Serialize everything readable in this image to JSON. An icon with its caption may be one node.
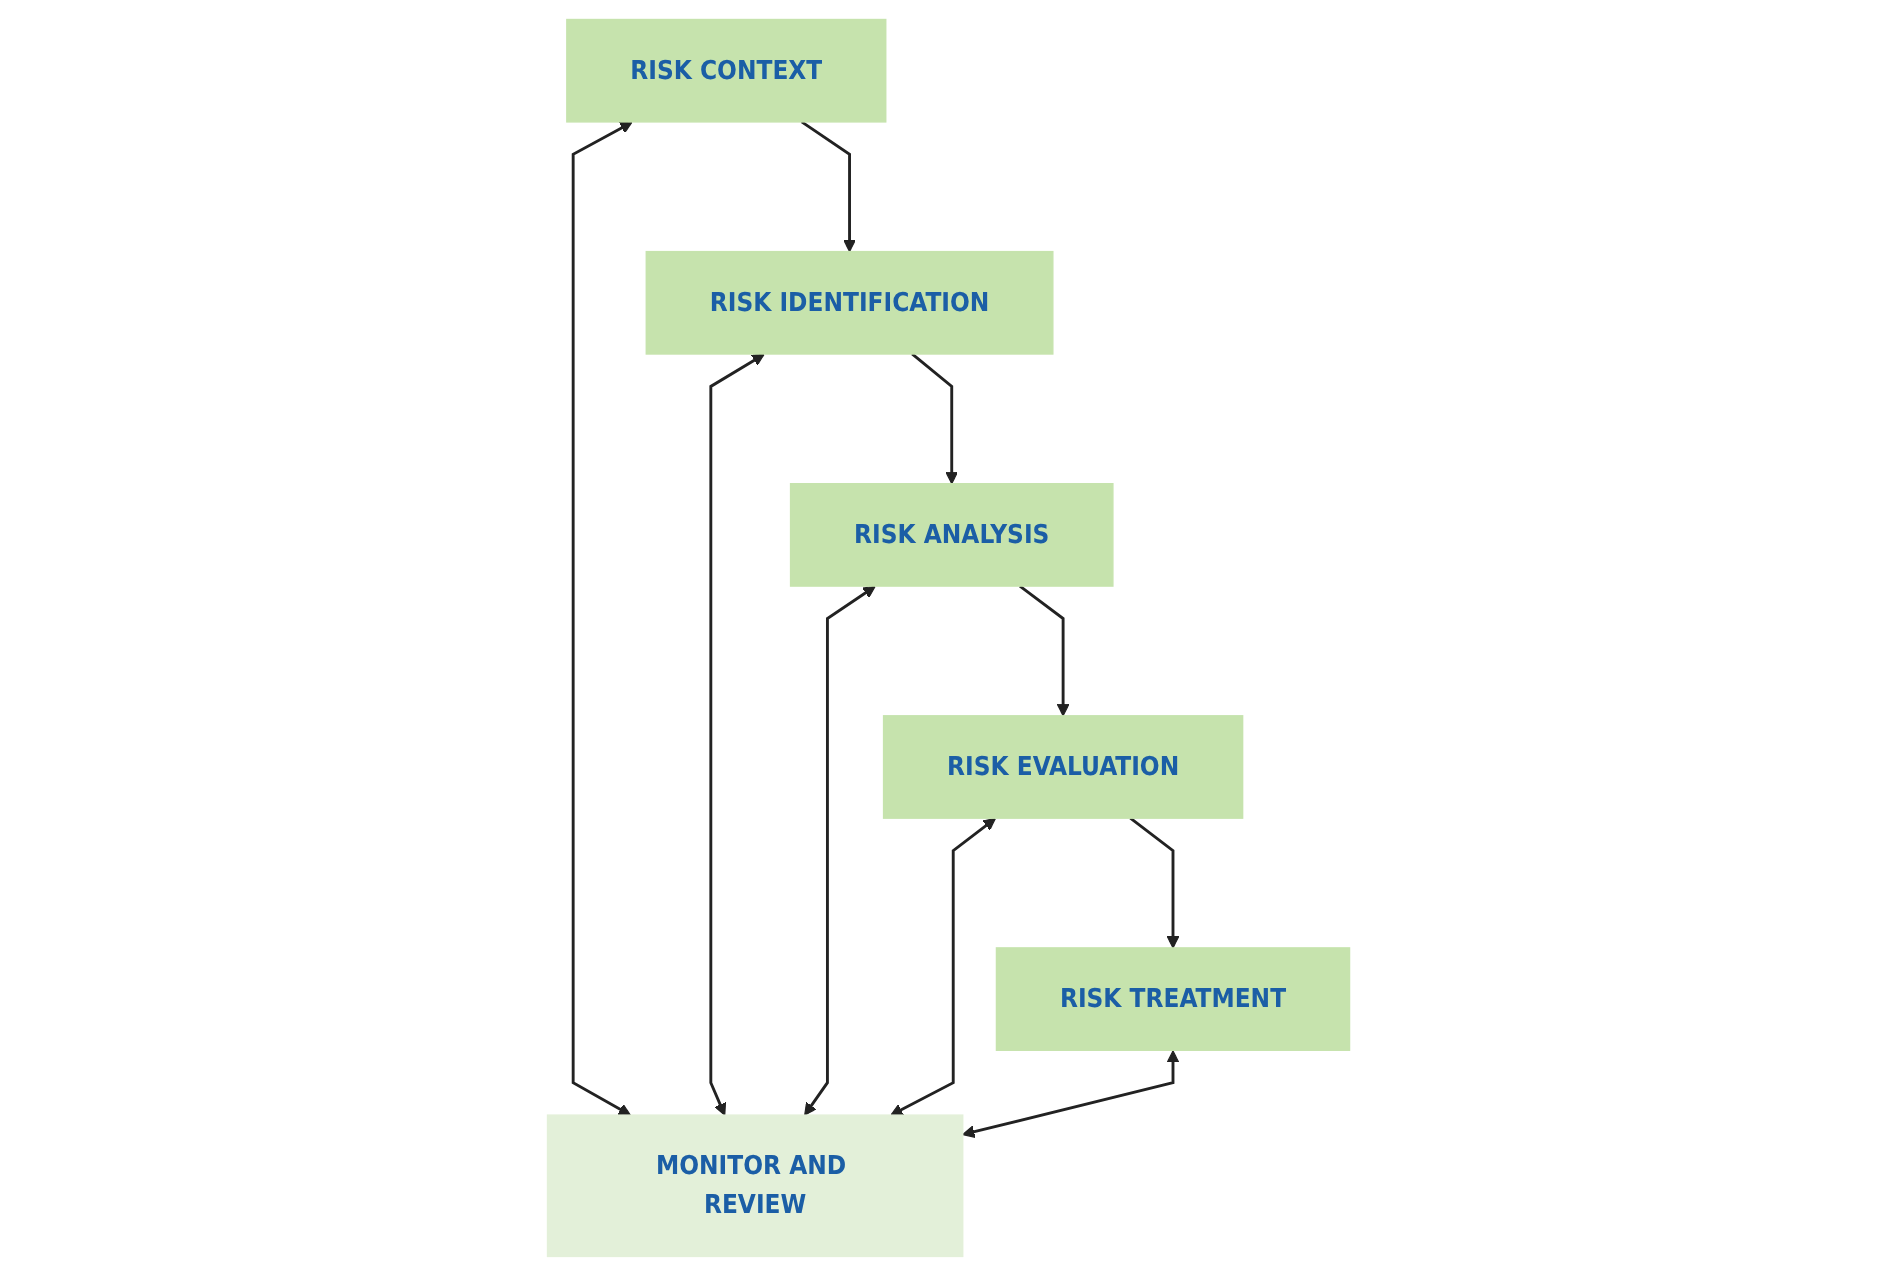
{
  "diagram": {
    "nodes": [
      {
        "text": [
          "RISK CONTEXT"
        ]
      },
      {
        "text": [
          "RISK IDENTIFICATION"
        ]
      },
      {
        "text": [
          "RISK ANALYSIS"
        ]
      },
      {
        "text": [
          "RISK EVALUATION"
        ]
      },
      {
        "text": [
          "RISK TREATMENT"
        ]
      },
      {
        "text": [
          "MONITOR AND REVIEW"
        ]
      }
    ],
    "edges": [
      {
        "from": 0,
        "to": 1,
        "arrow": "to"
      },
      {
        "from": 1,
        "to": 2,
        "arrow": "to"
      },
      {
        "from": 2,
        "to": 3,
        "arrow": "to"
      },
      {
        "from": 3,
        "to": 4,
        "arrow": "to"
      },
      {
        "from": 0,
        "to": 5,
        "arrow": "both"
      },
      {
        "from": 1,
        "to": 5,
        "arrow": "both"
      },
      {
        "from": 2,
        "to": 5,
        "arrow": "both"
      },
      {
        "from": 3,
        "to": 5,
        "arrow": "both"
      },
      {
        "from": 4,
        "to": 5,
        "arrow": "both"
      }
    ]
  }
}
